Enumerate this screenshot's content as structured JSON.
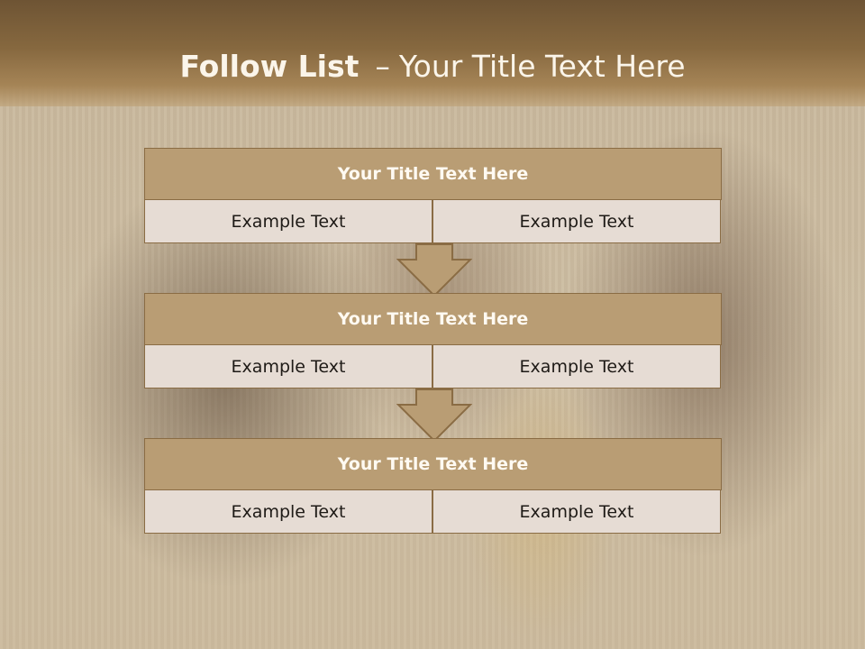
{
  "header": {
    "title_bold": "Follow List",
    "title_dash": "–",
    "title_rest": "Your Title Text Here"
  },
  "blocks": [
    {
      "title": "Your Title Text Here",
      "left": "Example Text",
      "right": "Example Text"
    },
    {
      "title": "Your Title Text Here",
      "left": "Example Text",
      "right": "Example Text"
    },
    {
      "title": "Your Title Text Here",
      "left": "Example Text",
      "right": "Example Text"
    }
  ],
  "colors": {
    "header_bar": "#86683f",
    "block_title_fill": "#b99d74",
    "block_cell_fill": "#e6dcd4",
    "border": "#8a6c44"
  },
  "icons": [
    "down-arrow-icon"
  ]
}
